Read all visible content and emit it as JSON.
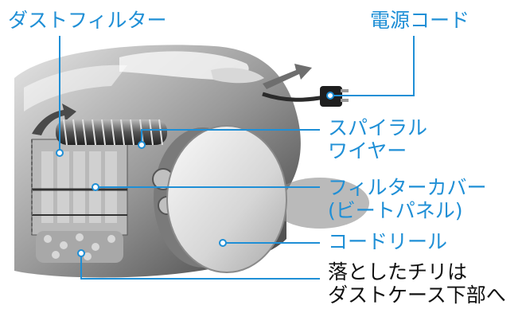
{
  "labels": {
    "dust_filter": "ダストフィルター",
    "power_cord": "電源コード",
    "spiral_wire": [
      "スパイラル",
      "ワイヤー"
    ],
    "filter_cover": [
      "フィルターカバー",
      "(ビートパネル)"
    ],
    "cord_reel": "コードリール",
    "dust_note": [
      "落としたチリは",
      "ダストケース下部へ"
    ]
  },
  "colors": {
    "label_blue": "#1f8fd6",
    "leader_line": "#1f8fd6",
    "note_text": "#111111"
  }
}
